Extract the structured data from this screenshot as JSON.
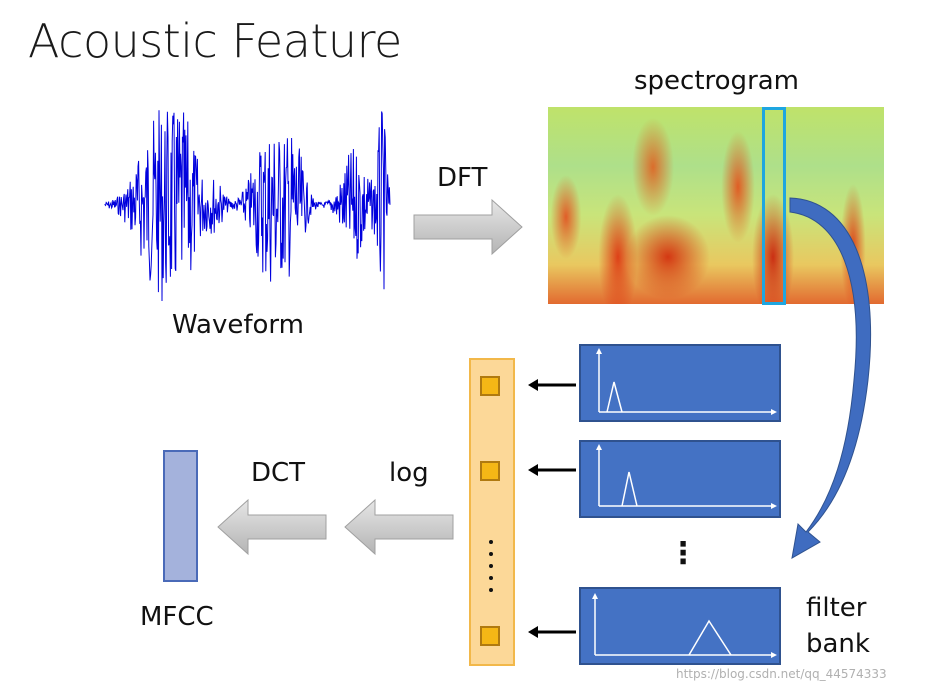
{
  "title": "Acoustic Feature",
  "labels": {
    "waveform": "Waveform",
    "spectrogram": "spectrogram",
    "dft": "DFT",
    "dct": "DCT",
    "log": "log",
    "mfcc": "MFCC",
    "filter_bank_line1": "filter",
    "filter_bank_line2": "bank"
  },
  "watermark": "https://blog.csdn.net/qq_44574333",
  "colors": {
    "waveform": "#0000dd",
    "filter_box": "#4472c4",
    "feature_column": "#fcd898",
    "feature_square": "#f5b716",
    "mfcc_bar": "#a4b2dc",
    "spectrogram_highlight": "#1ea6e0",
    "curved_arrow": "#3f6cc0",
    "block_arrow": "#c8c8c8"
  },
  "filter_bank": {
    "filters_shown": 3,
    "ellipsis": "⋮",
    "peak_positions": [
      0.12,
      0.24,
      0.6
    ]
  }
}
